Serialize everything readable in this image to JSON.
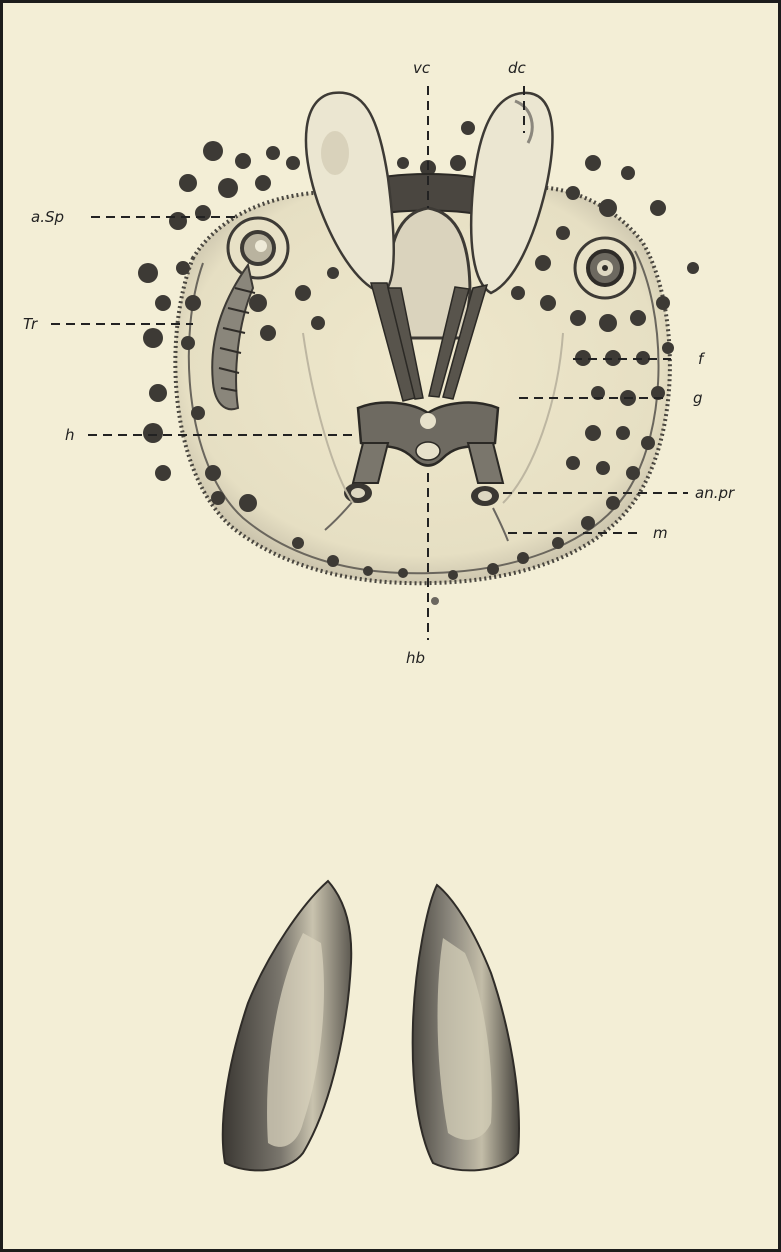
{
  "labels": {
    "vc": "vc",
    "dc": "dc",
    "a_sp": "a.Sp",
    "tr": "Tr",
    "f": "f",
    "g": "g",
    "h": "h",
    "an_pr": "an.pr",
    "m": "m",
    "hb": "hb"
  },
  "colors": {
    "paper": "#f3eed6",
    "ink": "#222222",
    "dot": "#3d3a35",
    "shade": "#6b6760"
  }
}
